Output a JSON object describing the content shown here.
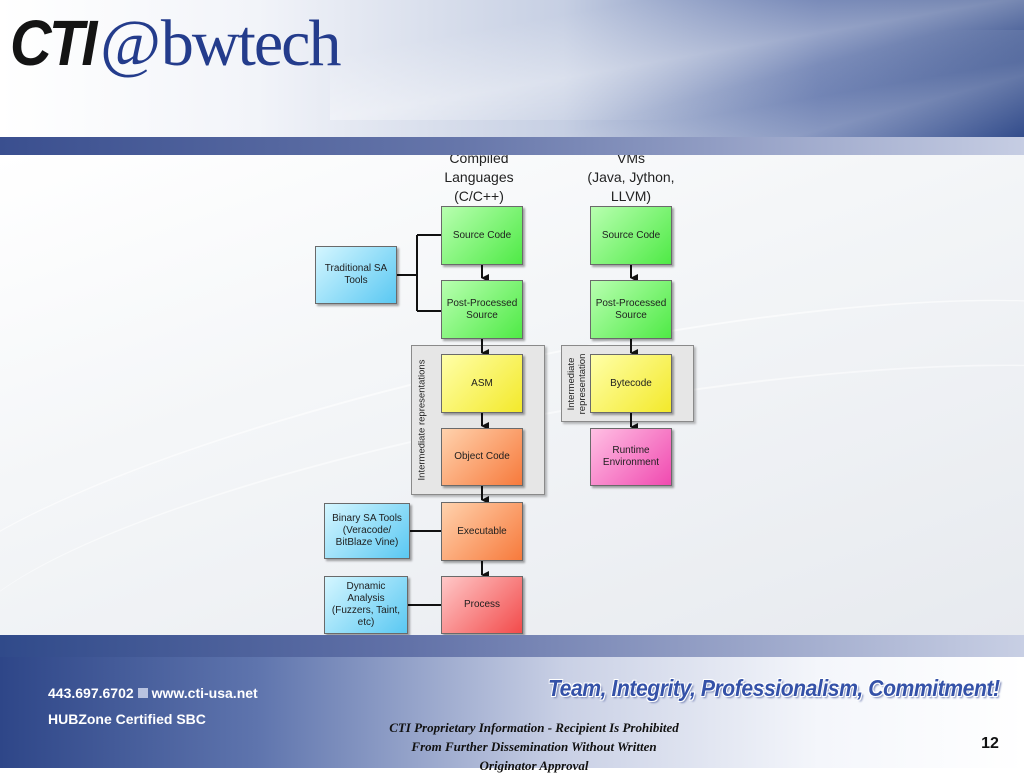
{
  "header": {
    "logo_cti": "CTI",
    "logo_at": "@",
    "logo_bw": "bwtech"
  },
  "diagram": {
    "columns": {
      "compiled": "Compiled\nLanguages\n(C/C++)",
      "vms": "VMs\n(Java, Jython,\nLLVM)"
    },
    "compiled_nodes": {
      "source_code": "Source Code",
      "post_processed": "Post-Processed\nSource",
      "asm": "ASM",
      "object_code": "Object Code",
      "executable": "Executable",
      "process": "Process"
    },
    "vm_nodes": {
      "source_code": "Source Code",
      "post_processed": "Post-Processed\nSource",
      "bytecode": "Bytecode",
      "runtime": "Runtime\nEnvironment"
    },
    "group_labels": {
      "compiled_ir": "Intermediate representations",
      "vm_ir": "Intermediate\nrepresentation"
    },
    "tools": {
      "traditional_sa": "Traditional SA\nTools",
      "binary_sa": "Binary SA Tools\n(Veracode/\nBitBlaze Vine)",
      "dynamic": "Dynamic\nAnalysis\n(Fuzzers, Taint,\netc)"
    }
  },
  "footer": {
    "phone": "443.697.6702",
    "website": "www.cti-usa.net",
    "hubzone": "HUBZone Certified SBC",
    "tagline": "Team, Integrity, Professionalism, Commitment!",
    "proprietary": "CTI Proprietary Information - Recipient Is Prohibited\nFrom Further Dissemination Without Written\nOriginator Approval",
    "page_number": "12"
  }
}
